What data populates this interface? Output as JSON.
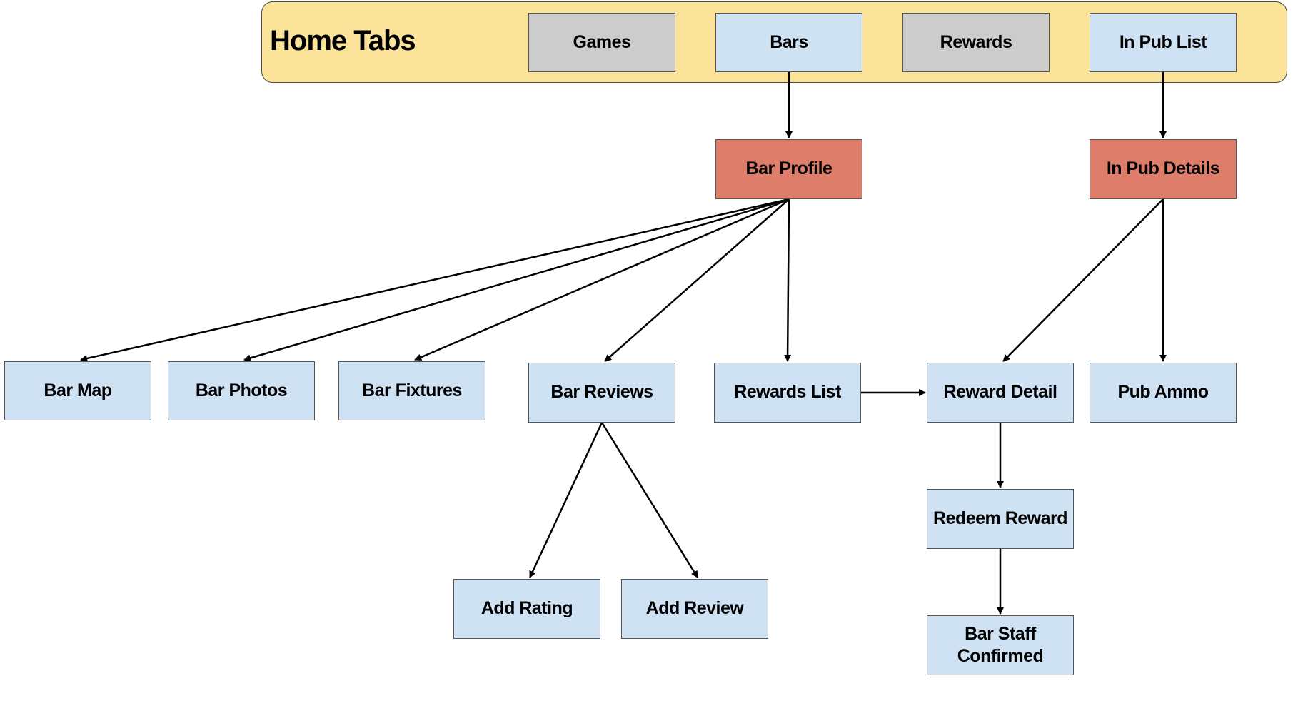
{
  "container": {
    "title": "Home Tabs",
    "fill": "#fbe39a"
  },
  "colors": {
    "tab_inactive": "#cccccc",
    "screen": "#cfe2f3",
    "detail": "#df7d6b",
    "edge": "#000000"
  },
  "nodes": {
    "games": "Games",
    "bars": "Bars",
    "rewards": "Rewards",
    "in_pub_list": "In Pub List",
    "bar_profile": "Bar Profile",
    "in_pub_details": "In Pub Details",
    "bar_map": "Bar Map",
    "bar_photos": "Bar Photos",
    "bar_fixtures": "Bar Fixtures",
    "bar_reviews": "Bar Reviews",
    "rewards_list": "Rewards List",
    "reward_detail": "Reward Detail",
    "pub_ammo": "Pub Ammo",
    "add_rating": "Add Rating",
    "add_review": "Add Review",
    "redeem_reward": "Redeem Reward",
    "bar_staff_confirmed": "Bar Staff Confirmed"
  },
  "edges": [
    {
      "from": "bars",
      "to": "bar_profile"
    },
    {
      "from": "in_pub_list",
      "to": "in_pub_details"
    },
    {
      "from": "bar_profile",
      "to": "bar_map"
    },
    {
      "from": "bar_profile",
      "to": "bar_photos"
    },
    {
      "from": "bar_profile",
      "to": "bar_fixtures"
    },
    {
      "from": "bar_profile",
      "to": "bar_reviews"
    },
    {
      "from": "bar_profile",
      "to": "rewards_list"
    },
    {
      "from": "in_pub_details",
      "to": "reward_detail"
    },
    {
      "from": "in_pub_details",
      "to": "pub_ammo"
    },
    {
      "from": "rewards_list",
      "to": "reward_detail"
    },
    {
      "from": "bar_reviews",
      "to": "add_rating"
    },
    {
      "from": "bar_reviews",
      "to": "add_review"
    },
    {
      "from": "reward_detail",
      "to": "redeem_reward"
    },
    {
      "from": "redeem_reward",
      "to": "bar_staff_confirmed"
    }
  ]
}
